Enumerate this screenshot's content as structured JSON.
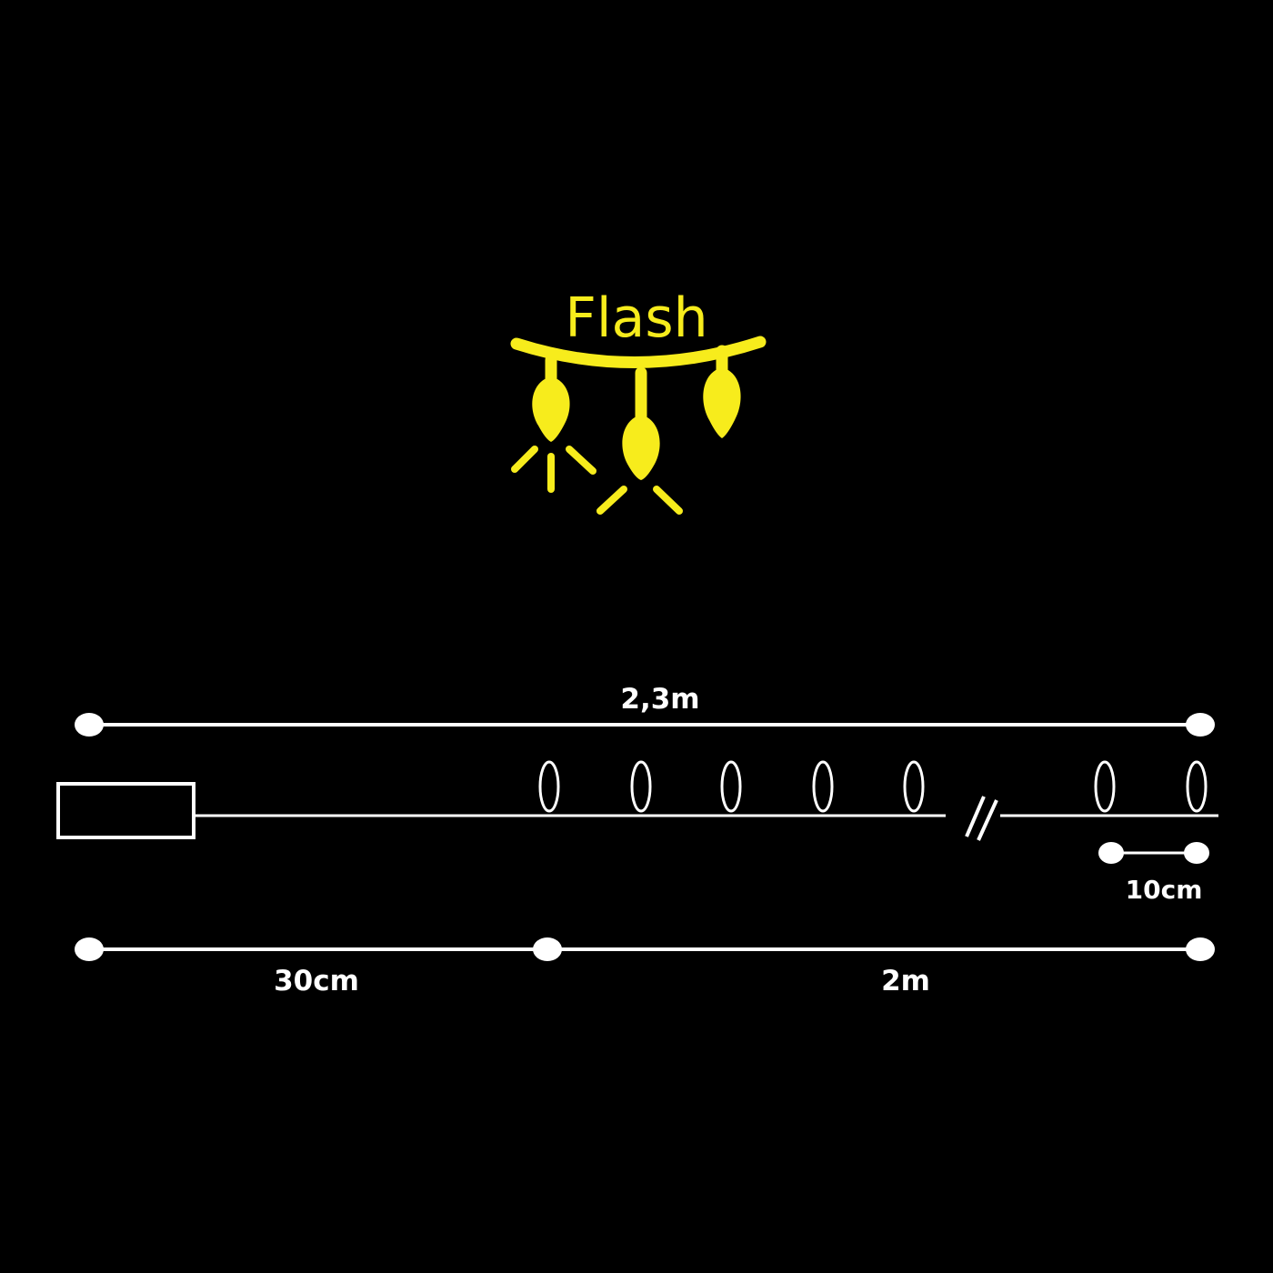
{
  "colors": {
    "background": "#000000",
    "line": "#ffffff",
    "accent": "#f7ec1c"
  },
  "mode_icon": {
    "label": "Flash",
    "icon": "string-lights-flash-icon"
  },
  "dimensions": {
    "total_length": "2,3m",
    "lead_cable_length": "30cm",
    "lit_section_length": "2m",
    "bulb_spacing": "10cm"
  }
}
